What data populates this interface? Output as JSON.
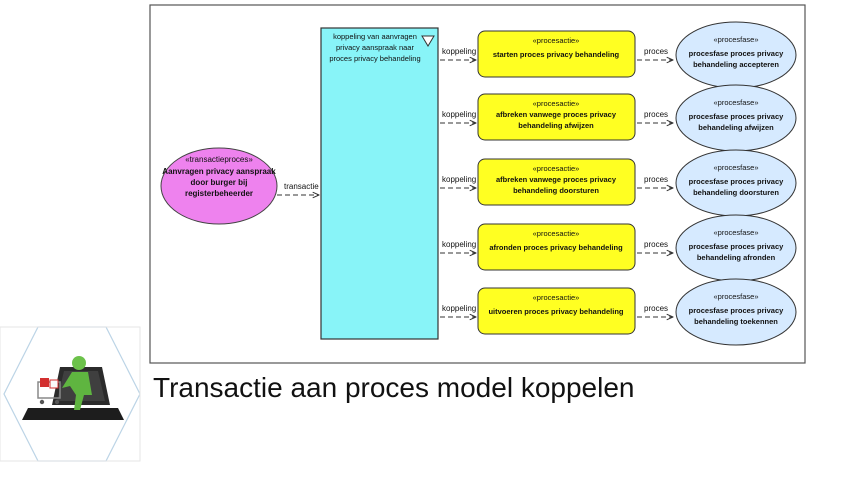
{
  "transaction": {
    "stereotype": "«transactieproces»",
    "lines": [
      "Aanvragen privacy aanspraak",
      "door burger bij",
      "registerbeheerder"
    ]
  },
  "transaction_link_label": "transactie",
  "coupling_box": {
    "lines": [
      "koppeling van aanvragen",
      "privacy aanspraak naar",
      "proces privacy behandeling"
    ]
  },
  "coupling_link_label": "koppeling",
  "process_link_label": "proces",
  "rows": [
    {
      "action": {
        "stereotype": "«procesactie»",
        "lines": [
          "starten proces privacy behandeling"
        ]
      },
      "phase": {
        "stereotype": "«procesfase»",
        "lines": [
          "procesfase proces privacy",
          "behandeling accepteren"
        ]
      }
    },
    {
      "action": {
        "stereotype": "«procesactie»",
        "lines": [
          "afbreken vanwege proces privacy",
          "behandeling afwijzen"
        ]
      },
      "phase": {
        "stereotype": "«procesfase»",
        "lines": [
          "procesfase proces privacy",
          "behandeling afwijzen"
        ]
      }
    },
    {
      "action": {
        "stereotype": "«procesactie»",
        "lines": [
          "afbreken vanwege proces privacy",
          "behandeling doorsturen"
        ]
      },
      "phase": {
        "stereotype": "«procesfase»",
        "lines": [
          "procesfase proces privacy",
          "behandeling doorsturen"
        ]
      }
    },
    {
      "action": {
        "stereotype": "«procesactie»",
        "lines": [
          "afronden proces privacy behandeling"
        ]
      },
      "phase": {
        "stereotype": "«procesfase»",
        "lines": [
          "procesfase proces privacy",
          "behandeling afronden"
        ]
      }
    },
    {
      "action": {
        "stereotype": "«procesactie»",
        "lines": [
          "uitvoeren proces privacy behandeling"
        ]
      },
      "phase": {
        "stereotype": "«procesfase»",
        "lines": [
          "procesfase proces privacy",
          "behandeling toekennen"
        ]
      }
    }
  ],
  "caption": "Transactie aan proces model koppelen",
  "colors": {
    "transaction_fill": "#ee82ee",
    "coupling_fill": "#88f4f8",
    "action_fill": "#ffff22",
    "phase_fill": "#d6eaff"
  },
  "logo_icon": "laptop-shopping-figure-icon"
}
